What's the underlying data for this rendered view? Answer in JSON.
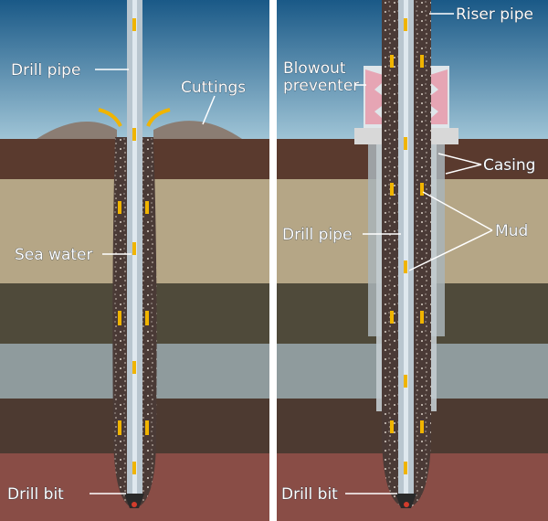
{
  "labels": {
    "left": {
      "drill_pipe": "Drill pipe",
      "cuttings": "Cuttings",
      "sea_water": "Sea water",
      "drill_bit": "Drill bit"
    },
    "right": {
      "riser_pipe": "Riser pipe",
      "blowout_preventer_line1": "Blowout",
      "blowout_preventer_line2": "preventer",
      "casing": "Casing",
      "drill_pipe": "Drill pipe",
      "mud": "Mud",
      "drill_bit": "Drill bit"
    }
  },
  "colors": {
    "sea_top": "#1e5f8c",
    "sea_bottom": "#7fb3cf",
    "layer_brown": "#5a3a2e",
    "layer_tan": "#b7a88a",
    "layer_olive": "#4e4a3a",
    "layer_grey": "#8e9a9c",
    "layer_dark": "#4d3a31",
    "layer_red": "#8a4e47",
    "pipe": "#b9c6cf",
    "arrow": "#f0b400",
    "bop": "#e6a5b4",
    "divider": "#ffffff"
  }
}
